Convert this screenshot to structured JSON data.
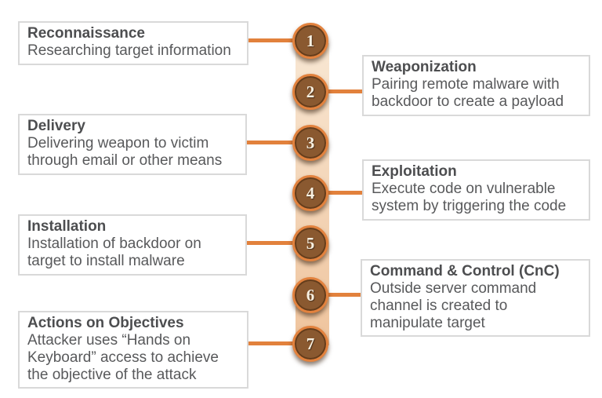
{
  "steps": [
    {
      "number": "1",
      "title": "Reconnaissance",
      "description": "Researching target information",
      "side": "left"
    },
    {
      "number": "2",
      "title": "Weaponization",
      "description": "Pairing remote malware with backdoor to create a payload",
      "side": "right"
    },
    {
      "number": "3",
      "title": "Delivery",
      "description": "Delivering weapon to victim through email or other means",
      "side": "left"
    },
    {
      "number": "4",
      "title": "Exploitation",
      "description": "Execute code on vulnerable system by triggering the code",
      "side": "right"
    },
    {
      "number": "5",
      "title": "Installation",
      "description": "Installation of backdoor on target to install malware",
      "side": "left"
    },
    {
      "number": "6",
      "title": "Command & Control (CnC)",
      "description": "Outside server command channel is created to manipulate target",
      "side": "right"
    },
    {
      "number": "7",
      "title": "Actions on Objectives",
      "description": "Attacker uses “Hands on Keyboard” access to achieve the objective of the attack",
      "side": "left"
    }
  ],
  "colors": {
    "accent_orange": "#E2813C",
    "circle_fill": "#8A5930",
    "circle_ring": "#E2823E",
    "bar_gradient_top": "#F8E7D3",
    "bar_gradient_bottom": "#EFC49D",
    "box_border": "#D9D9D9",
    "title_text": "#4D4E50",
    "body_text": "#58595B"
  }
}
